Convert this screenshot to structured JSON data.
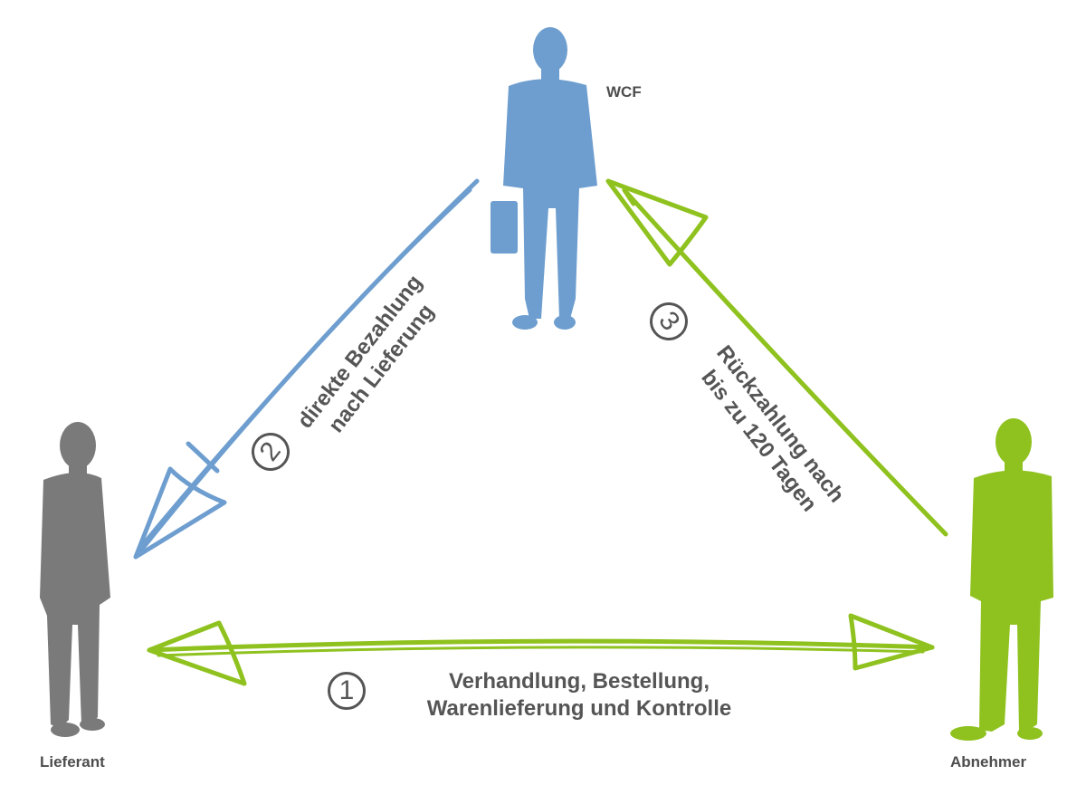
{
  "roles": {
    "wcf": "WCF",
    "supplier": "Lieferant",
    "buyer": "Abnehmer"
  },
  "steps": [
    {
      "number": "1",
      "line1": "Verhandlung, Bestellung,",
      "line2": "Warenlieferung und Kontrolle"
    },
    {
      "number": "2",
      "line1": "direkte Bezahlung",
      "line2": "nach Lieferung"
    },
    {
      "number": "3",
      "line1": "Rückzahlung nach",
      "line2": "bis zu 120 Tagen"
    }
  ],
  "colors": {
    "wcf": "#6e9ecf",
    "supplier": "#7a7a7a",
    "buyer": "#8fc21f",
    "text": "#555555"
  }
}
